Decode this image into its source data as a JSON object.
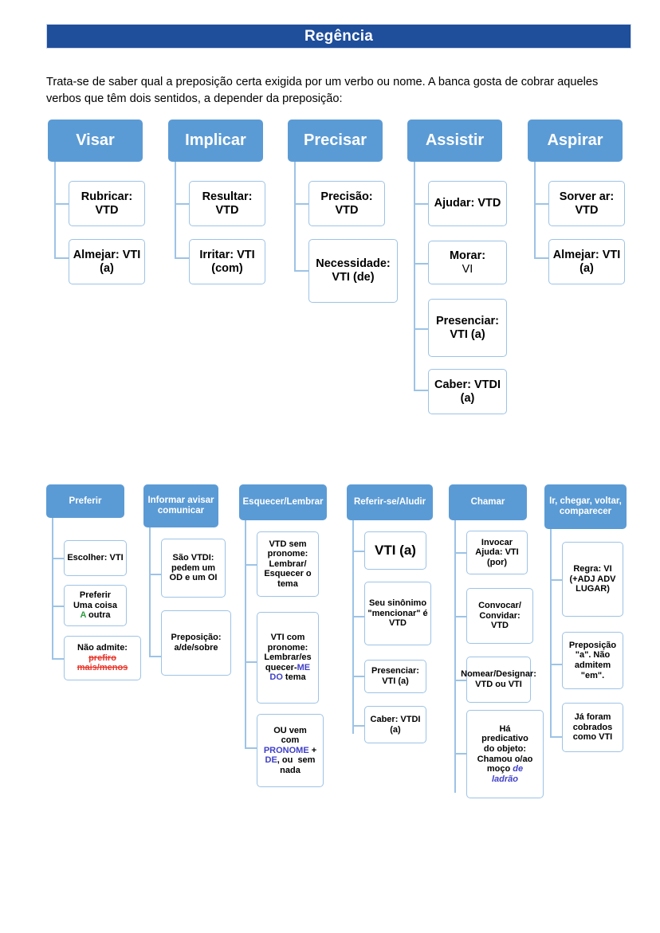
{
  "header": {
    "title": "Regência",
    "bar_color": "#1F4E9B"
  },
  "intro": {
    "text": "Trata-se de saber qual a preposição certa exigida por um verbo ou nome. A banca gosta de cobrar aqueles verbos que têm dois sentidos, a depender da preposição:"
  },
  "palette": {
    "node_head_blue": "#5B9BD5",
    "node_border_blue": "#9DC3E6",
    "text_green": "#2E9B3F",
    "text_blue": "#4040C8",
    "text_red": "#E8372B"
  },
  "row1": {
    "columns": [
      {
        "head": "Visar",
        "children": [
          "Rubricar: VTD",
          "Almejar: VTI (a)"
        ]
      },
      {
        "head": "Implicar",
        "children": [
          "Resultar: VTD",
          "Irritar: VTI (com)"
        ]
      },
      {
        "head": "Precisar",
        "children": [
          "Precisão: VTD",
          "Necessidade: VTI (de)"
        ]
      },
      {
        "head": "Assistir",
        "children": [
          "Ajudar: VTD",
          "Morar: VI",
          "Presenciar: VTI (a)",
          "Caber: VTDI (a)"
        ]
      },
      {
        "head": "Aspirar",
        "children": [
          "Sorver ar: VTD",
          "Almejar: VTI (a)"
        ]
      }
    ]
  },
  "row2": {
    "columns": [
      {
        "head": "Preferir",
        "children": [
          "Escolher: VTI",
          "Preferir Uma coisa A outra",
          "Não admite: prefiro mais/menos"
        ]
      },
      {
        "head": "Informar avisar comunicar",
        "children": [
          "São VTDI: pedem um OD e um OI",
          "Preposição: a/de/sobre"
        ]
      },
      {
        "head": "Esquecer/Lembrar",
        "children": [
          "VTD sem pronome: Lembrar/ Esquecer o tema",
          "VTI com pronome: Lembrar/esquecer-ME DO tema",
          "OU vem com PRONOME + DE, ou  sem nada"
        ]
      },
      {
        "head": "Referir-se/Aludir",
        "children": [
          "VTI (a)",
          "Seu sinônimo \"mencionar\" é VTD",
          "Presenciar: VTI (a)",
          "Caber: VTDI (a)"
        ]
      },
      {
        "head": "Chamar",
        "children": [
          "Invocar Ajuda: VTI (por)",
          "Convocar/ Convidar: VTD",
          "Nomear/Designar: VTD ou VTI",
          "Há predicativo do objeto: Chamou o/ao moço de ladrão"
        ]
      },
      {
        "head": "Ir, chegar, voltar, comparecer",
        "children": [
          "Regra: VI (+ADJ ADV LUGAR)",
          "Preposição \"a\". Não admitem \"em\".",
          "Já foram cobrados como VTI"
        ]
      }
    ]
  }
}
